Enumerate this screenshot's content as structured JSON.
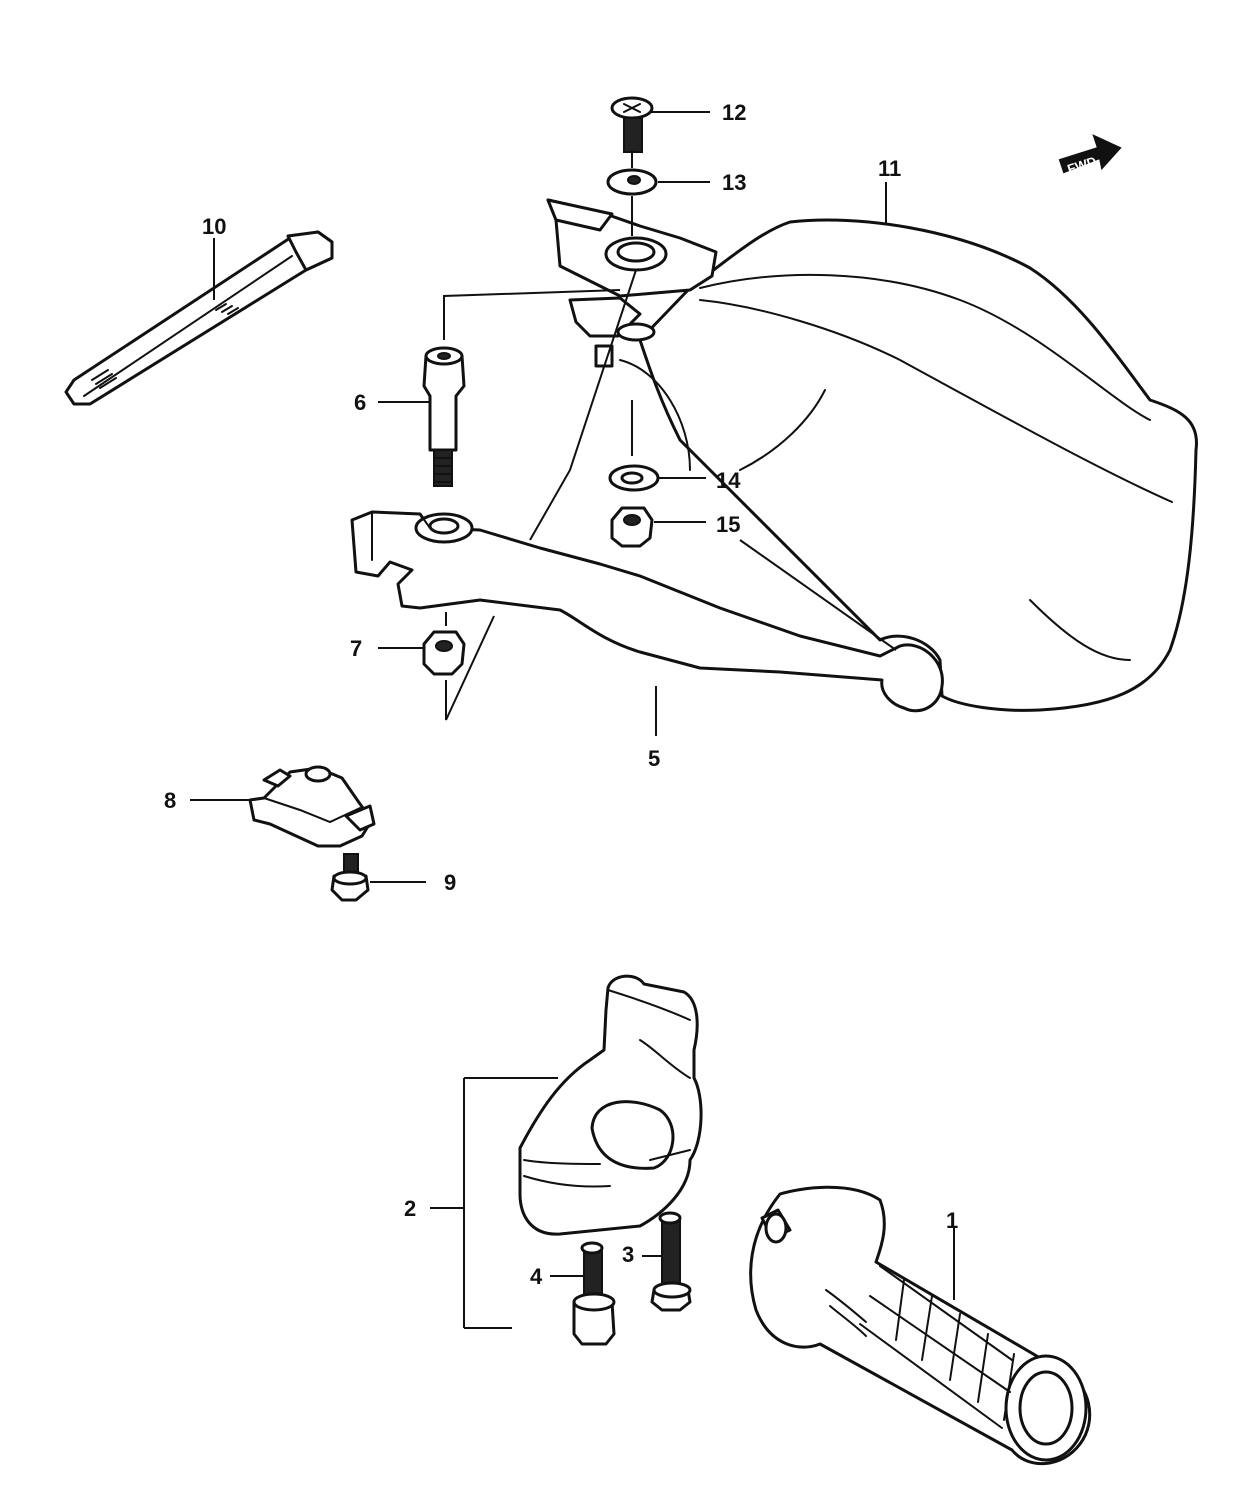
{
  "callouts": {
    "p1": "1",
    "p2": "2",
    "p3": "3",
    "p4": "4",
    "p5": "5",
    "p6": "6",
    "p7": "7",
    "p8": "8",
    "p9": "9",
    "p10": "10",
    "p11": "11",
    "p12": "12",
    "p13": "13",
    "p14": "14",
    "p15": "15"
  },
  "direction_marker": {
    "text": "FWD"
  }
}
